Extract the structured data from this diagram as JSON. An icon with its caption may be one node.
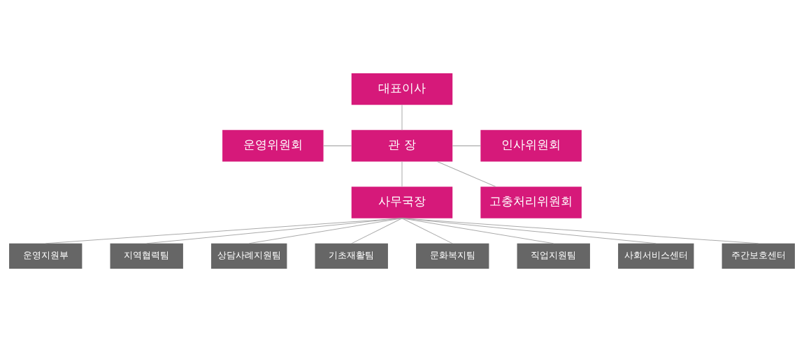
{
  "diagram": {
    "nodes": [
      {
        "text": [
          "대표이사"
        ]
      },
      {
        "text": [
          "운영위원회"
        ]
      },
      {
        "text": [
          "관 장"
        ]
      },
      {
        "text": [
          "인사위원회"
        ]
      },
      {
        "text": [
          "고충처리위원회"
        ]
      },
      {
        "text": [
          "사무국장"
        ]
      },
      {
        "text": [
          "운영지원부"
        ]
      },
      {
        "text": [
          "지역협력팀"
        ]
      },
      {
        "text": [
          "상담사례지원팀"
        ]
      },
      {
        "text": [
          "기초재활팀"
        ]
      },
      {
        "text": [
          "문화복지팀"
        ]
      },
      {
        "text": [
          "직업지원팀"
        ]
      },
      {
        "text": [
          "사회서비스센터"
        ]
      },
      {
        "text": [
          "주간보호센터"
        ]
      }
    ],
    "edges": [
      {
        "from": 0,
        "to": 2,
        "arrow": "none"
      },
      {
        "from": 1,
        "to": 2,
        "arrow": "none"
      },
      {
        "from": 2,
        "to": 3,
        "arrow": "none"
      },
      {
        "from": 2,
        "to": 4,
        "arrow": "none"
      },
      {
        "from": 2,
        "to": 5,
        "arrow": "none"
      },
      {
        "from": 5,
        "to": 6,
        "arrow": "none"
      },
      {
        "from": 5,
        "to": 7,
        "arrow": "none"
      },
      {
        "from": 5,
        "to": 8,
        "arrow": "none"
      },
      {
        "from": 5,
        "to": 9,
        "arrow": "none"
      },
      {
        "from": 5,
        "to": 10,
        "arrow": "none"
      },
      {
        "from": 5,
        "to": 11,
        "arrow": "none"
      },
      {
        "from": 5,
        "to": 12,
        "arrow": "none"
      },
      {
        "from": 5,
        "to": 13,
        "arrow": "none"
      }
    ]
  }
}
